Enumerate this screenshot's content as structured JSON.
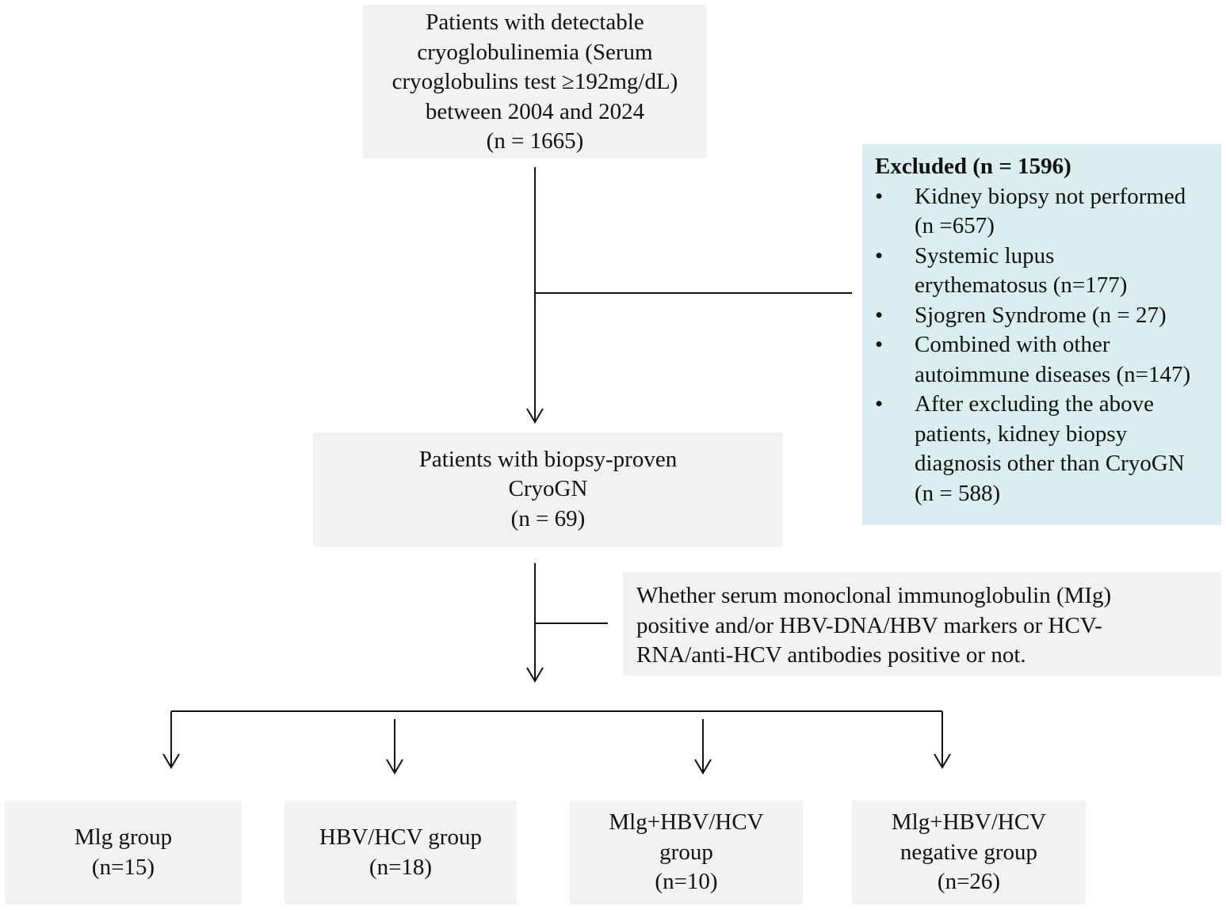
{
  "top_box": {
    "lines": [
      "Patients with detectable",
      "cryoglobulinemia (Serum",
      "cryoglobulins test ≥192mg/dL)",
      "between 2004 and 2024",
      "(n = 1665)"
    ]
  },
  "excluded": {
    "title": "Excluded (n = 1596)",
    "bullet": "•",
    "items": [
      {
        "lines": [
          "Kidney biopsy not performed",
          "(n =657)"
        ]
      },
      {
        "lines": [
          "Systemic lupus",
          "erythematosus (n=177)"
        ]
      },
      {
        "lines": [
          "Sjogren Syndrome (n = 27)"
        ]
      },
      {
        "lines": [
          "Combined with other",
          "autoimmune diseases (n=147)"
        ]
      },
      {
        "lines": [
          "After excluding the above",
          "patients, kidney biopsy",
          "diagnosis other than CryoGN",
          "(n = 588)"
        ]
      }
    ]
  },
  "mid_box": {
    "lines": [
      "Patients with biopsy-proven",
      "CryoGN",
      "(n = 69)"
    ]
  },
  "criteria_box": {
    "lines": [
      "Whether serum monoclonal immunoglobulin (MIg)",
      "positive and/or HBV-DNA/HBV markers or HCV-",
      "RNA/anti-HCV antibodies positive or not."
    ]
  },
  "groups": [
    {
      "lines": [
        "Mlg group",
        "(n=15)"
      ]
    },
    {
      "lines": [
        "HBV/HCV group",
        "(n=18)"
      ]
    },
    {
      "lines": [
        "Mlg+HBV/HCV",
        "group",
        "(n=10)"
      ]
    },
    {
      "lines": [
        "Mlg+HBV/HCV",
        "negative group",
        "(n=26)"
      ]
    }
  ],
  "colors": {
    "box_fill": "#f2f2f2",
    "excluded_fill": "#daeeef",
    "line": "#111111"
  }
}
